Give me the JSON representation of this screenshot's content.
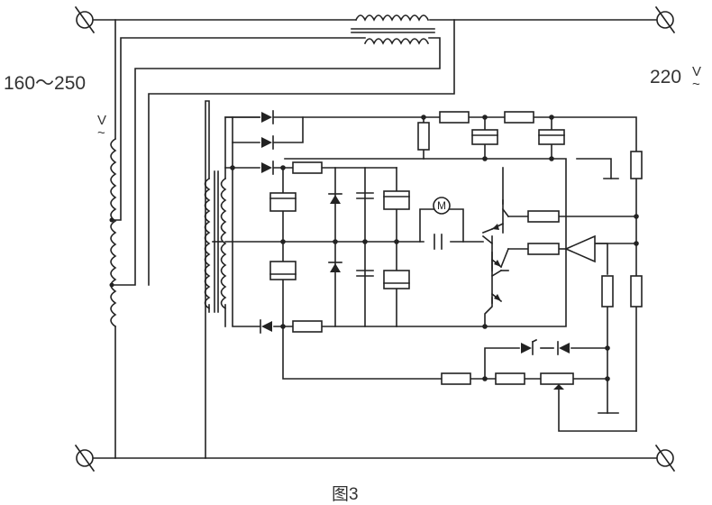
{
  "labels": {
    "input_range": "160～250",
    "input_unit": "V\n~",
    "output_voltage": "220",
    "output_unit": "V\n~",
    "motor_symbol": "M",
    "caption": "图3"
  },
  "components": {
    "terminals": [
      "top-left",
      "top-right",
      "bottom-left",
      "bottom-right"
    ],
    "transformers": [
      "autotransformer",
      "series-compensation-transformer",
      "isolation-transformer"
    ],
    "motor": "servo-motor"
  }
}
